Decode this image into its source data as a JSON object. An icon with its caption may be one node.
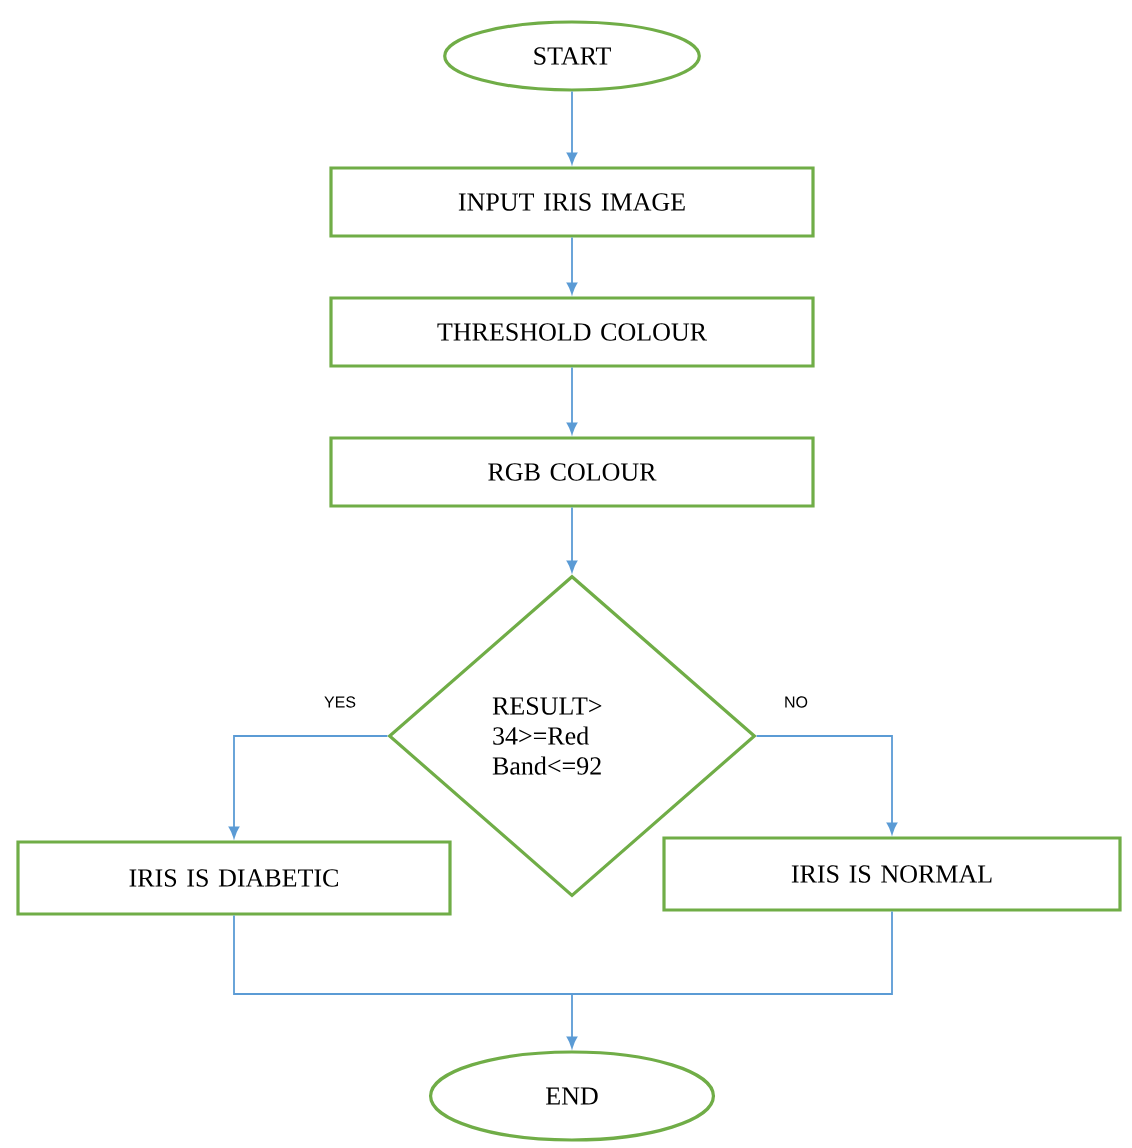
{
  "diagram": {
    "nodes": [
      {
        "text": [
          "START"
        ]
      },
      {
        "text": [
          "INPUT IRIS IMAGE"
        ]
      },
      {
        "text": [
          "THRESHOLD COLOUR"
        ]
      },
      {
        "text": [
          "RGB COLOUR"
        ]
      },
      {
        "text": [
          "RESULT> 34>=Red Band<=92"
        ]
      },
      {
        "text": [
          "IRIS IS DIABETIC"
        ]
      },
      {
        "text": [
          "IRIS IS NORMAL"
        ]
      },
      {
        "text": [
          "END"
        ]
      }
    ],
    "edges": [
      {
        "from": 0,
        "to": 1,
        "arrow": "to"
      },
      {
        "from": 1,
        "to": 2,
        "arrow": "to"
      },
      {
        "from": 2,
        "to": 3,
        "arrow": "to"
      },
      {
        "from": 3,
        "to": 4,
        "arrow": "to"
      },
      {
        "from": 4,
        "to": 5,
        "arrow": "to",
        "label": "YES"
      },
      {
        "from": 4,
        "to": 6,
        "arrow": "to",
        "label": "NO"
      },
      {
        "from": 5,
        "to": 7,
        "arrow": "to"
      },
      {
        "from": 6,
        "to": 7,
        "arrow": "to"
      }
    ]
  }
}
